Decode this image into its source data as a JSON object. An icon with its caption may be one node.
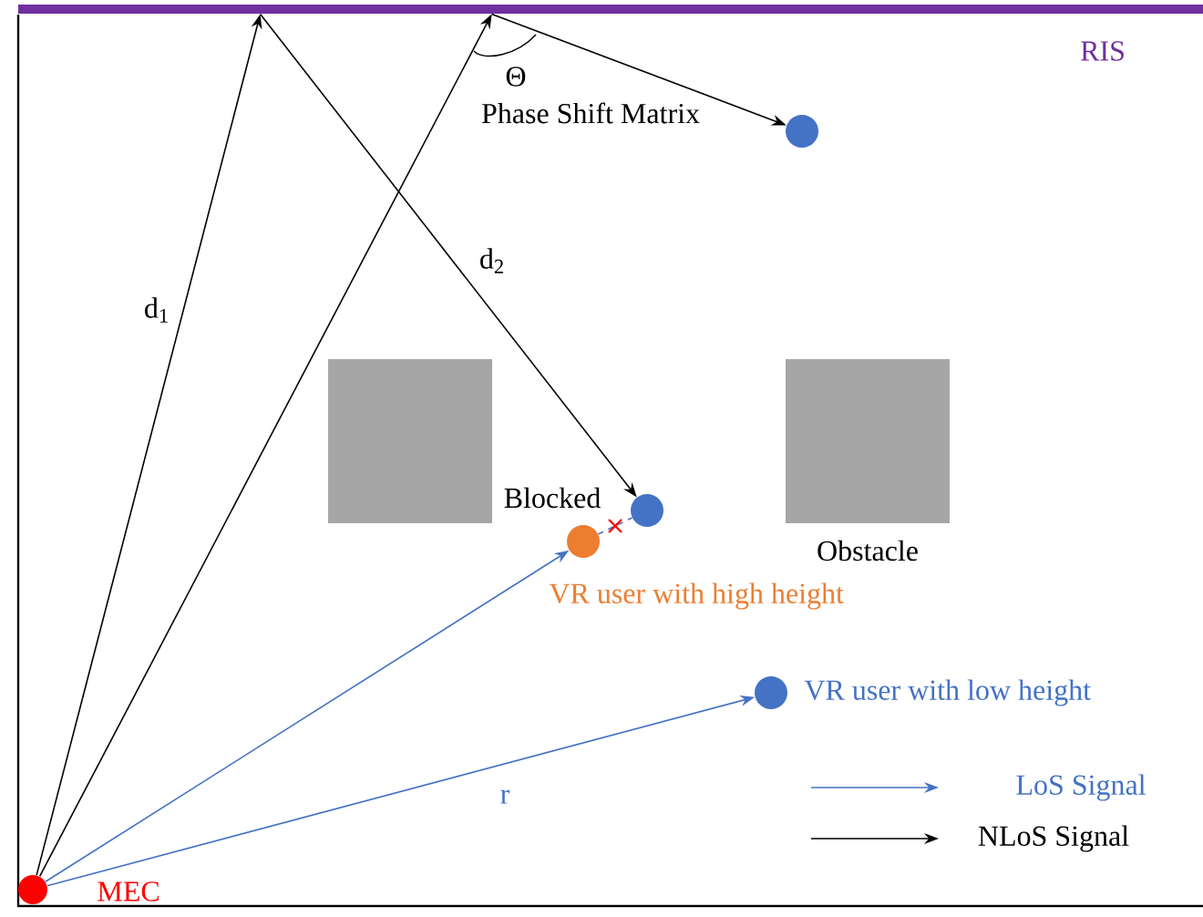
{
  "diagram": {
    "nodes": [
      {
        "text": [
          "RIS"
        ]
      },
      {
        "text": [],
        "shape": "circle",
        "beside": [
          "MEC"
        ]
      },
      {
        "text": [],
        "shape": "box"
      },
      {
        "text": [
          "Obstacle"
        ]
      },
      {
        "text": [],
        "shape": "circle"
      },
      {
        "text": [],
        "shape": "circle"
      },
      {
        "text": [],
        "shape": "circle",
        "beside": [
          "VR user with high height"
        ]
      },
      {
        "text": [],
        "shape": "circle",
        "beside": [
          "VR user with low height"
        ]
      }
    ],
    "edges": [
      {
        "from": 1,
        "to": 0,
        "arrow": "to",
        "label": "d$_{1}$"
      },
      {
        "from": 1,
        "to": 0,
        "arrow": "to"
      },
      {
        "from": 0,
        "to": 5,
        "arrow": "to",
        "label": "d$_{2}$"
      },
      {
        "from": 0,
        "to": 4,
        "arrow": "to"
      },
      {
        "from": 1,
        "to": 6,
        "arrow": "to",
        "color": "#4472c4"
      },
      {
        "from": 1,
        "to": 7,
        "arrow": "to",
        "label": "r",
        "color": "#4472c4"
      },
      {
        "from": 6,
        "to": 5,
        "arrow": "none",
        "style": "dashed",
        "color": "#4472c4"
      }
    ],
    "labels": [
      "Θ",
      "Phase Shift Matrix",
      "Blocked"
    ],
    "legend": [
      {
        "text": "LoS Signal"
      },
      {
        "text": "NLoS Signal"
      }
    ]
  }
}
